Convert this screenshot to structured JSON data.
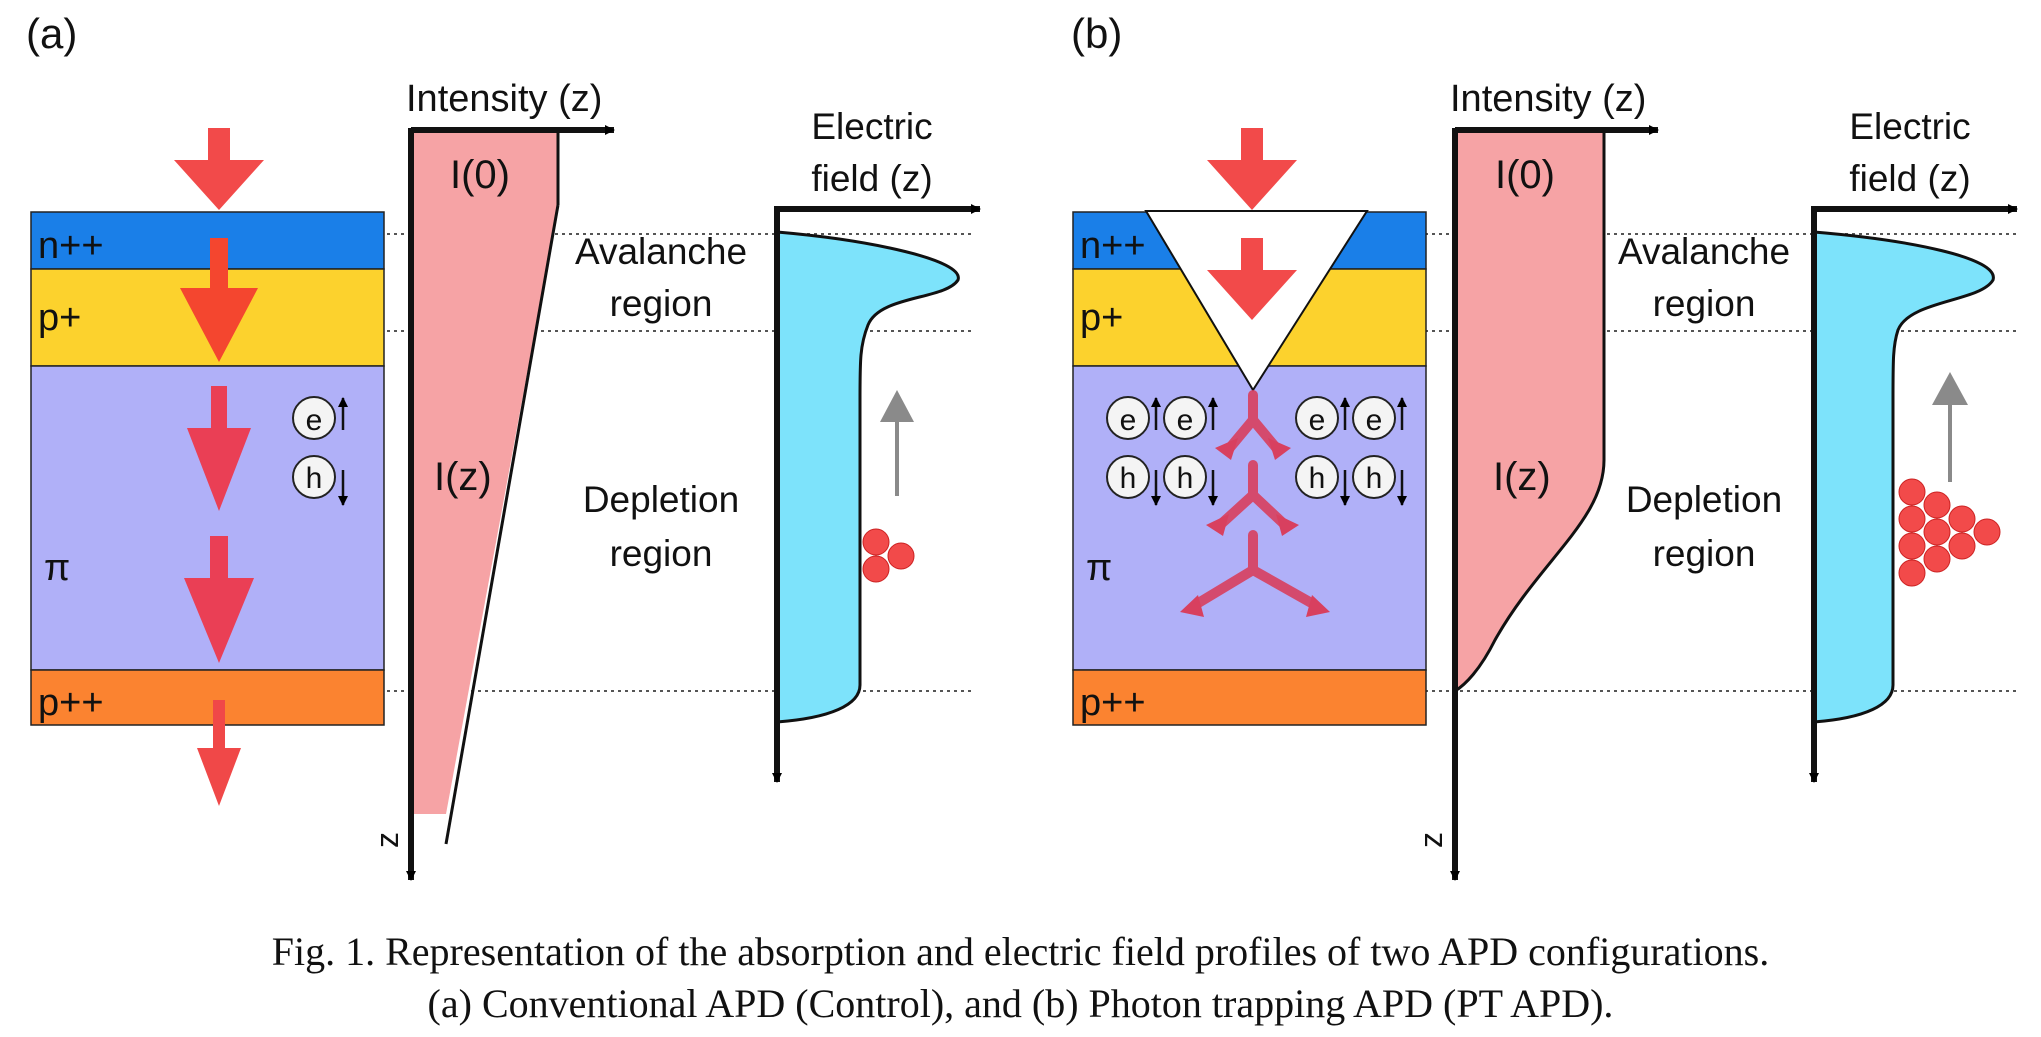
{
  "colors": {
    "n_layer": "#1a7fe8",
    "p_layer": "#fcd22d",
    "pi_layer": "#b0b0f8",
    "p_bottom_layer": "#fb8330",
    "arrow": "#f24a4a",
    "carrier_path": "#d8405f",
    "intensity_fill": "#f6a3a5",
    "field_fill": "#7de3fb",
    "up_arrow": "#8a8a8a"
  },
  "panel_a": {
    "label": "(a)",
    "layers": {
      "n": "n++",
      "p": "p+",
      "pi": "π",
      "p_bottom": "p++"
    },
    "carriers": {
      "electron": "e",
      "hole": "h"
    },
    "intensity": {
      "axis": "Intensity (z)",
      "z_axis": "z",
      "i0": "I(0)",
      "iz": "I(z)"
    },
    "regions": {
      "avalanche": [
        "Avalanche",
        "region"
      ],
      "depletion": [
        "Depletion",
        "region"
      ]
    },
    "field": {
      "axis": [
        "Electric",
        "field (z)"
      ]
    }
  },
  "panel_b": {
    "label": "(b)",
    "layers": {
      "n": "n++",
      "p": "p+",
      "pi": "π",
      "p_bottom": "p++"
    },
    "carriers": {
      "electron": "e",
      "hole": "h"
    },
    "intensity": {
      "axis": "Intensity (z)",
      "z_axis": "z",
      "i0": "I(0)",
      "iz": "I(z)"
    },
    "regions": {
      "avalanche": [
        "Avalanche",
        "region"
      ],
      "depletion": [
        "Depletion",
        "region"
      ]
    },
    "field": {
      "axis": [
        "Electric",
        "field (z)"
      ]
    }
  },
  "caption": {
    "line1": "Fig. 1. Representation of the absorption and electric field profiles of two APD configurations.",
    "line2": "(a) Conventional APD (Control), and (b) Photon trapping APD (PT APD)."
  }
}
